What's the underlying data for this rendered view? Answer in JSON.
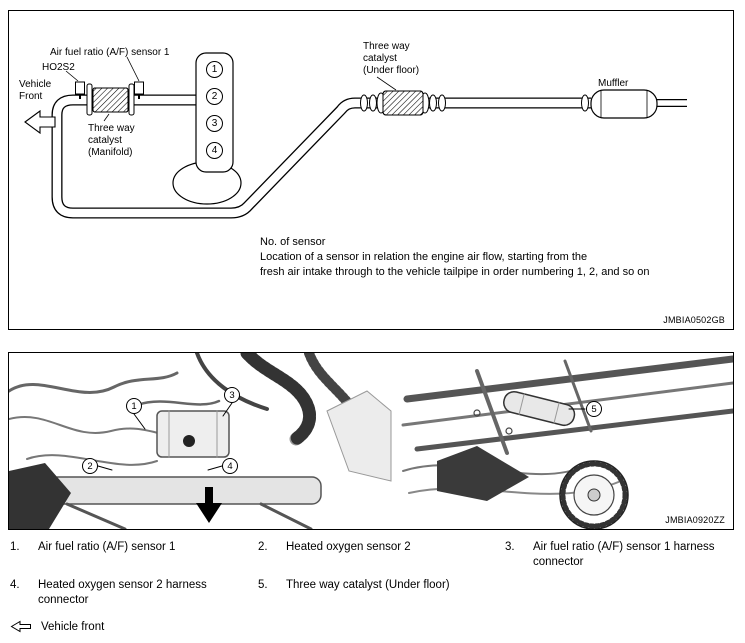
{
  "schematic": {
    "af_sensor_label": "Air fuel ratio (A/F) sensor 1",
    "ho2s2_label": "HO2S2",
    "vehicle_front_label": "Vehicle\nFront",
    "twc_manifold_label": "Three way\ncatalyst\n(Manifold)",
    "twc_underfloor_label": "Three way\ncatalyst\n(Under floor)",
    "muffler_label": "Muffler",
    "ports": [
      "1",
      "2",
      "3",
      "4"
    ],
    "note": "No. of sensor\nLocation of a sensor in relation the engine air flow, starting from the\nfresh air intake through to the vehicle tailpipe in order numbering 1, 2, and so on",
    "figure_id": "JMBIA0502GB"
  },
  "photos": {
    "callouts": [
      "1",
      "2",
      "3",
      "4",
      "5"
    ],
    "figure_id": "JMBIA0920ZZ"
  },
  "legend": {
    "items": [
      {
        "num": "1.",
        "label": "Air fuel ratio (A/F) sensor 1"
      },
      {
        "num": "2.",
        "label": "Heated oxygen sensor 2"
      },
      {
        "num": "3.",
        "label": "Air fuel ratio (A/F) sensor 1 harness connector"
      },
      {
        "num": "4.",
        "label": "Heated oxygen sensor 2 harness connector"
      },
      {
        "num": "5.",
        "label": "Three way catalyst (Under floor)"
      }
    ],
    "vehicle_front_label": "Vehicle front"
  }
}
